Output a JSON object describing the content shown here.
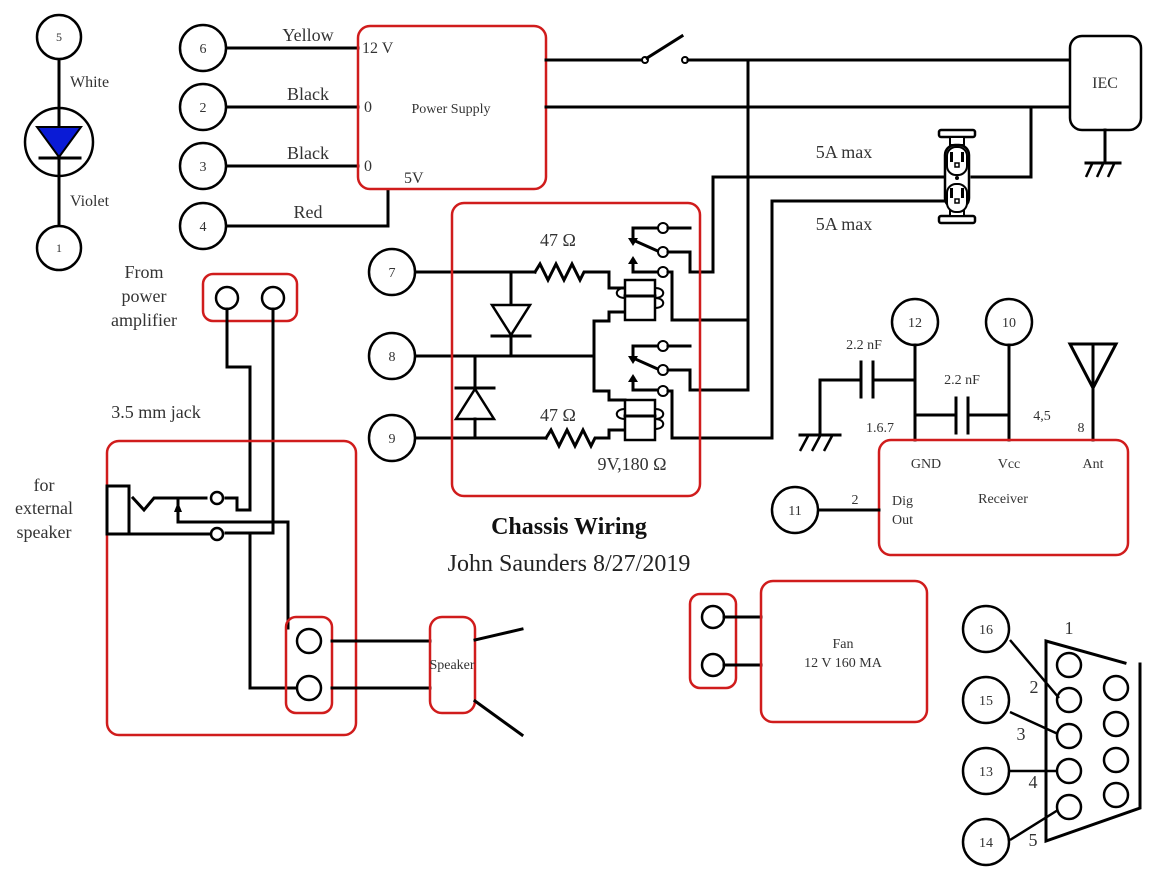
{
  "title": "Chassis Wiring",
  "subtitle": "John Saunders 8/27/2019",
  "colors": {
    "component_box": "#d01c1c",
    "led_fill": "#0a1bd6",
    "wire": "#000000"
  },
  "nodes": {
    "n1": "1",
    "n2": "2",
    "n3": "3",
    "n4": "4",
    "n5": "5",
    "n6": "6",
    "n7": "7",
    "n8": "8",
    "n9": "9",
    "n10": "10",
    "n11": "11",
    "n12": "12",
    "n13": "13",
    "n14": "14",
    "n15": "15",
    "n16": "16"
  },
  "led": {
    "top_wire": "White",
    "bottom_wire": "Violet"
  },
  "power_supply": {
    "label": "Power Supply",
    "pin_12v": "12 V",
    "pin_0a": "0",
    "pin_0b": "0",
    "pin_5v": "5V",
    "wire_yellow": "Yellow",
    "wire_black1": "Black",
    "wire_black2": "Black",
    "wire_red": "Red"
  },
  "iec": {
    "label": "IEC"
  },
  "outlet": {
    "label_top": "5A max",
    "label_bottom": "5A max"
  },
  "relay_board": {
    "r1": "47 Ω",
    "r2": "47 Ω",
    "coil": "9V,180 Ω"
  },
  "amp_input": {
    "label_line1": "From",
    "label_line2": "power",
    "label_line3": "amplifier"
  },
  "jack": {
    "label": "3.5 mm jack",
    "ext_line1": "for",
    "ext_line2": "external",
    "ext_line3": "speaker"
  },
  "speaker": {
    "label": "Speaker"
  },
  "receiver": {
    "label": "Receiver",
    "gnd": "GND",
    "vcc": "Vcc",
    "ant": "Ant",
    "dig1": "Dig",
    "dig2": "Out",
    "pin_gnd": "1.6.7",
    "pin_vcc": "4,5",
    "pin_ant": "8",
    "pin_dig": "2",
    "cap1": "2.2 nF",
    "cap2": "2.2 nF"
  },
  "fan": {
    "line1": "Fan",
    "line2": "12 V 160 MA"
  },
  "dsub": {
    "p1": "1",
    "p2": "2",
    "p3": "3",
    "p4": "4",
    "p5": "5"
  }
}
